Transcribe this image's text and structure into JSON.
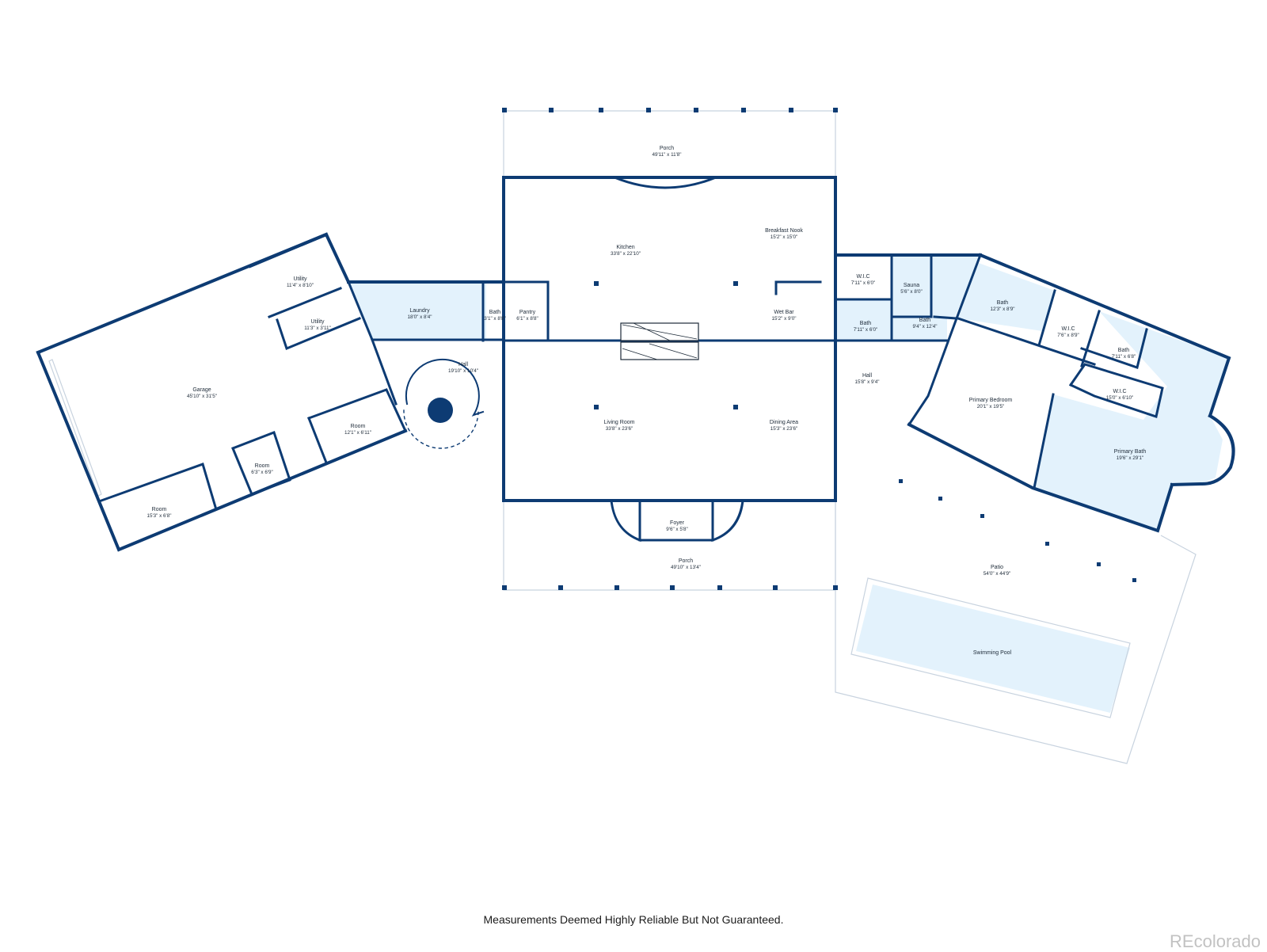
{
  "disclaimer": "Measurements Deemed Highly Reliable But Not Guaranteed.",
  "brand": "REcolorado",
  "colors": {
    "wall": "#0d3b73",
    "highlight": "#e3f2fc",
    "background": "#ffffff"
  },
  "rooms": [
    {
      "id": "porch-top",
      "name": "Porch",
      "dim": "49'11\" x 11'8\""
    },
    {
      "id": "kitchen",
      "name": "Kitchen",
      "dim": "33'8\" x 22'10\""
    },
    {
      "id": "breakfast-nook",
      "name": "Breakfast Nook",
      "dim": "15'2\" x 15'0\""
    },
    {
      "id": "wet-bar",
      "name": "Wet Bar",
      "dim": "15'2\" x 9'0\""
    },
    {
      "id": "pantry",
      "name": "Pantry",
      "dim": "6'1\" x 8'8\""
    },
    {
      "id": "bath-small",
      "name": "Bath",
      "dim": "3'1\" x 8'8\""
    },
    {
      "id": "laundry",
      "name": "Laundry",
      "dim": "18'0\" x 8'4\""
    },
    {
      "id": "utility-1",
      "name": "Utility",
      "dim": "11'4\" x 8'10\""
    },
    {
      "id": "utility-2",
      "name": "Utility",
      "dim": "11'3\" x 3'11\""
    },
    {
      "id": "garage",
      "name": "Garage",
      "dim": "45'10\" x 31'5\""
    },
    {
      "id": "hall-left",
      "name": "Hall",
      "dim": "19'10\" x 10'4\""
    },
    {
      "id": "room-1",
      "name": "Room",
      "dim": "12'1\" x 6'11\""
    },
    {
      "id": "room-2",
      "name": "Room",
      "dim": "6'3\" x 6'9\""
    },
    {
      "id": "room-3",
      "name": "Room",
      "dim": "15'3\" x 6'8\""
    },
    {
      "id": "living-room",
      "name": "Living Room",
      "dim": "33'8\" x 23'6\""
    },
    {
      "id": "dining-area",
      "name": "Dining Area",
      "dim": "15'3\" x 23'6\""
    },
    {
      "id": "foyer",
      "name": "Foyer",
      "dim": "9'6\" x 5'8\""
    },
    {
      "id": "porch-bottom",
      "name": "Porch",
      "dim": "49'10\" x 13'4\""
    },
    {
      "id": "wic-1",
      "name": "W.I.C",
      "dim": "7'11\" x 6'0\""
    },
    {
      "id": "sauna",
      "name": "Sauna",
      "dim": "5'6\" x 8'0\""
    },
    {
      "id": "bath-2",
      "name": "Bath",
      "dim": "7'11\" x 6'0\""
    },
    {
      "id": "bath-3",
      "name": "Bath",
      "dim": "9'4\" x 12'4\""
    },
    {
      "id": "hall-right",
      "name": "Hall",
      "dim": "15'8\" x 9'4\""
    },
    {
      "id": "bath-4",
      "name": "Bath",
      "dim": "12'3\" x 8'9\""
    },
    {
      "id": "wic-2",
      "name": "W.I.C",
      "dim": "7'6\" x 8'9\""
    },
    {
      "id": "bath-5",
      "name": "Bath",
      "dim": "7'11\" x 6'8\""
    },
    {
      "id": "wic-3",
      "name": "W.I.C",
      "dim": "15'0\" x 6'10\""
    },
    {
      "id": "primary-bedroom",
      "name": "Primary Bedroom",
      "dim": "20'1\" x 19'5\""
    },
    {
      "id": "primary-bath",
      "name": "Primary Bath",
      "dim": "19'6\" x 29'1\""
    },
    {
      "id": "patio",
      "name": "Patio",
      "dim": "54'0\" x 44'9\""
    },
    {
      "id": "swimming-pool",
      "name": "Swimming Pool",
      "dim": ""
    }
  ]
}
